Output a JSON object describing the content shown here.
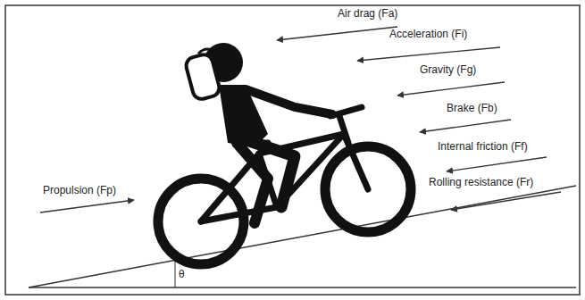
{
  "diagram": {
    "labels": [
      "Air drag (Fa)",
      "Acceleration (Fi)",
      "Gravity (Fg)",
      "Brake (Fb)",
      "Internal friction (Ff)",
      "Rolling resistance (Fr)",
      "Propulsion (Fp)",
      "θ"
    ]
  }
}
